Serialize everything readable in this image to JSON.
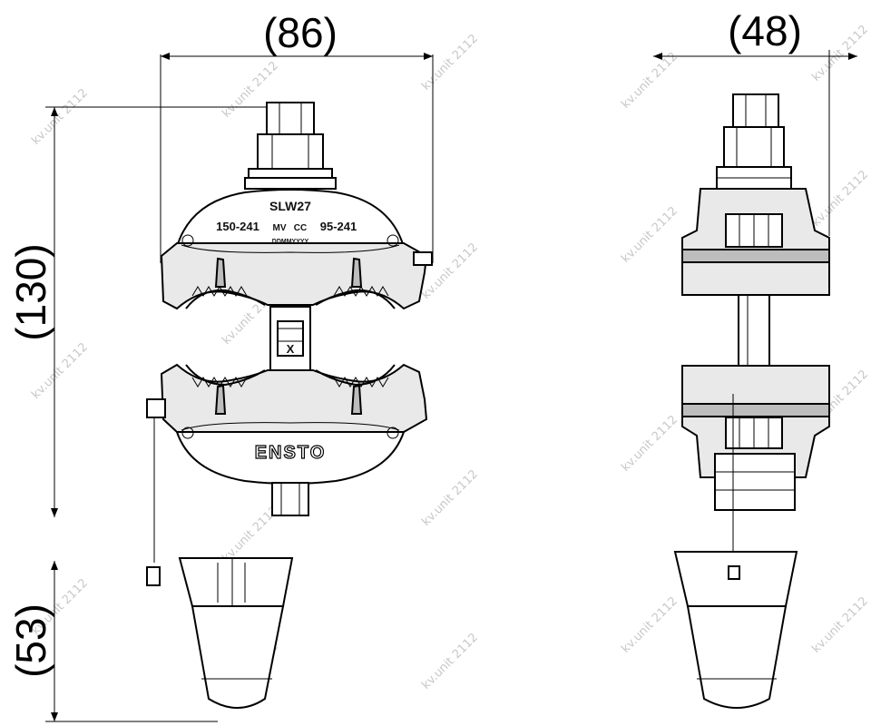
{
  "dimensions": {
    "front_width": "(86)",
    "side_width": "(48)",
    "body_height": "(130)",
    "cap_height": "(53)"
  },
  "labels": {
    "model": "SLW27",
    "range_main": "150-241",
    "range_tap": "95-241",
    "mv": "MV",
    "cc": "CC",
    "date_code": "DDMMYYYY",
    "brand": "ENSTO",
    "shear_mark": "X"
  },
  "watermark": "kv.unit 2112"
}
